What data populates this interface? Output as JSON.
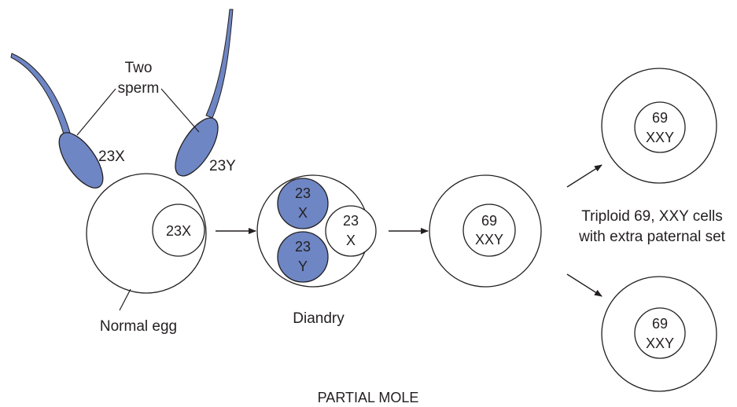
{
  "labels": {
    "two_sperm_line1": "Two",
    "two_sperm_line2": "sperm",
    "sperm_left": "23X",
    "sperm_right": "23Y",
    "egg_nucleus": "23X",
    "normal_egg": "Normal egg",
    "diandry": "Diandry",
    "paternal_x_num": "23",
    "paternal_x_chr": "X",
    "paternal_y_num": "23",
    "paternal_y_chr": "Y",
    "maternal_num": "23",
    "maternal_chr": "X",
    "zygote_num": "69",
    "zygote_chr": "XXY",
    "cell_top_num": "69",
    "cell_top_chr": "XXY",
    "cell_bottom_num": "69",
    "cell_bottom_chr": "XXY",
    "result_line1": "Triploid 69, XXY cells",
    "result_line2": "with extra paternal set",
    "title": "PARTIAL MOLE"
  },
  "colors": {
    "paternal_fill": "#6e86c4",
    "outline": "#231f20",
    "background": "#ffffff"
  }
}
